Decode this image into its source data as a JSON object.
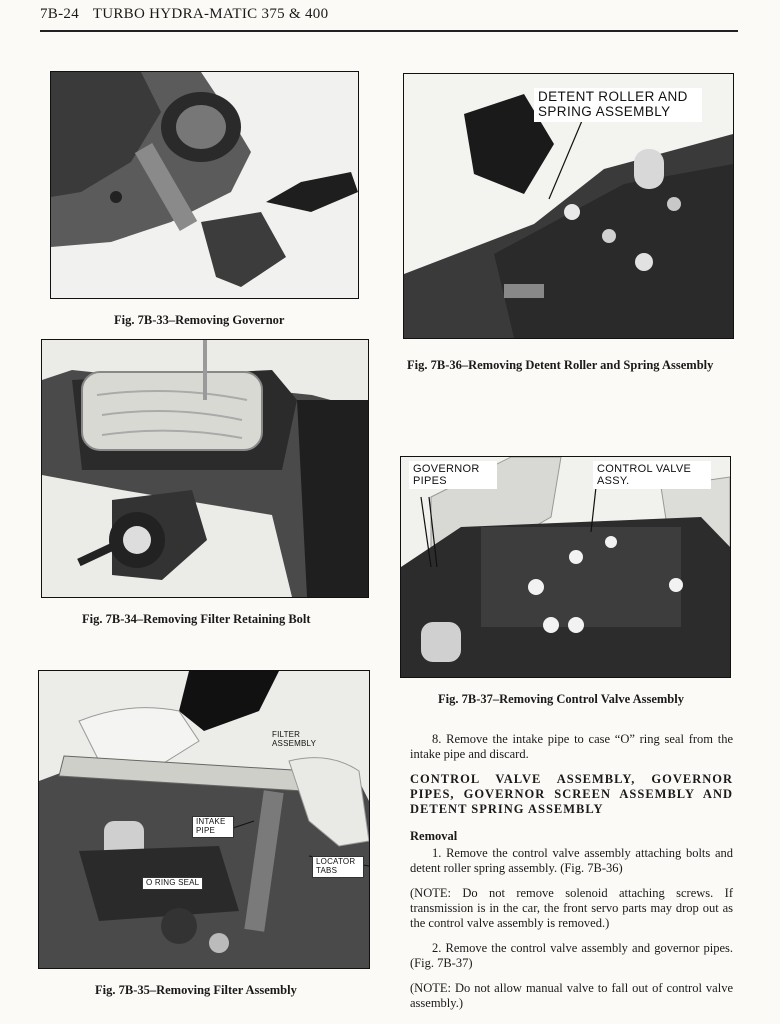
{
  "header": {
    "page_number": "7B-24",
    "title": "TURBO HYDRA-MATIC 375 & 400"
  },
  "figures": [
    {
      "caption": "Fig. 7B-33–Removing Governor",
      "labels": []
    },
    {
      "caption": "Fig. 7B-34–Removing Filter Retaining Bolt",
      "labels": []
    },
    {
      "caption": "Fig. 7B-35–Removing Filter Assembly",
      "labels": [
        "FILTER ASSEMBLY",
        "INTAKE PIPE",
        "LOCATOR TABS",
        "O RING SEAL"
      ]
    },
    {
      "caption": "Fig. 7B-36–Removing Detent Roller and Spring Assembly",
      "labels": [
        "DETENT ROLLER AND SPRING ASSEMBLY"
      ]
    },
    {
      "caption": "Fig. 7B-37–Removing Control Valve Assembly",
      "labels": [
        "GOVERNOR PIPES",
        "CONTROL VALVE ASSY."
      ]
    }
  ],
  "body": {
    "step8": "8. Remove the intake pipe to case “O” ring seal from the intake pipe and discard.",
    "section_heading": "CONTROL VALVE ASSEMBLY, GOVERNOR PIPES, GOVERNOR SCREEN ASSEMBLY AND DETENT SPRING ASSEMBLY",
    "subheading": "Removal",
    "step1": "1. Remove the control valve assembly attaching bolts and detent roller spring assembly. (Fig. 7B-36)",
    "note1": "(NOTE: Do not remove solenoid attaching screws. If transmission is in the car, the front servo parts may drop out as the control valve assembly is removed.)",
    "step2": "2. Remove the control valve assembly and governor pipes. (Fig. 7B-37)",
    "note2": "(NOTE: Do not allow manual valve to fall out of control valve assembly.)"
  }
}
